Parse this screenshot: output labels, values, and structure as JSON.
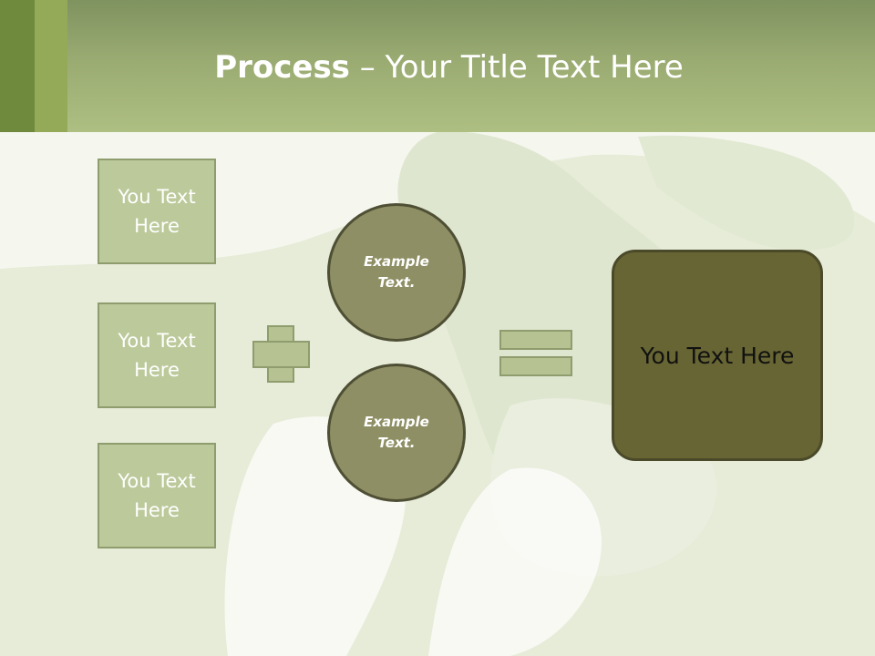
{
  "slide": {
    "title_bold": "Process",
    "title_rest": " – Your Title Text Here"
  },
  "left_boxes": [
    {
      "label": "You Text Here"
    },
    {
      "label": "You Text Here"
    },
    {
      "label": "You Text Here"
    }
  ],
  "circles": [
    {
      "label": "Example Text."
    },
    {
      "label": "Example Text."
    }
  ],
  "result": {
    "label": "You Text Here"
  },
  "colors": {
    "header": "#9aab72",
    "box_fill": "#bcc99a",
    "circle_fill": "#8e8f64",
    "result_fill": "#676533"
  }
}
